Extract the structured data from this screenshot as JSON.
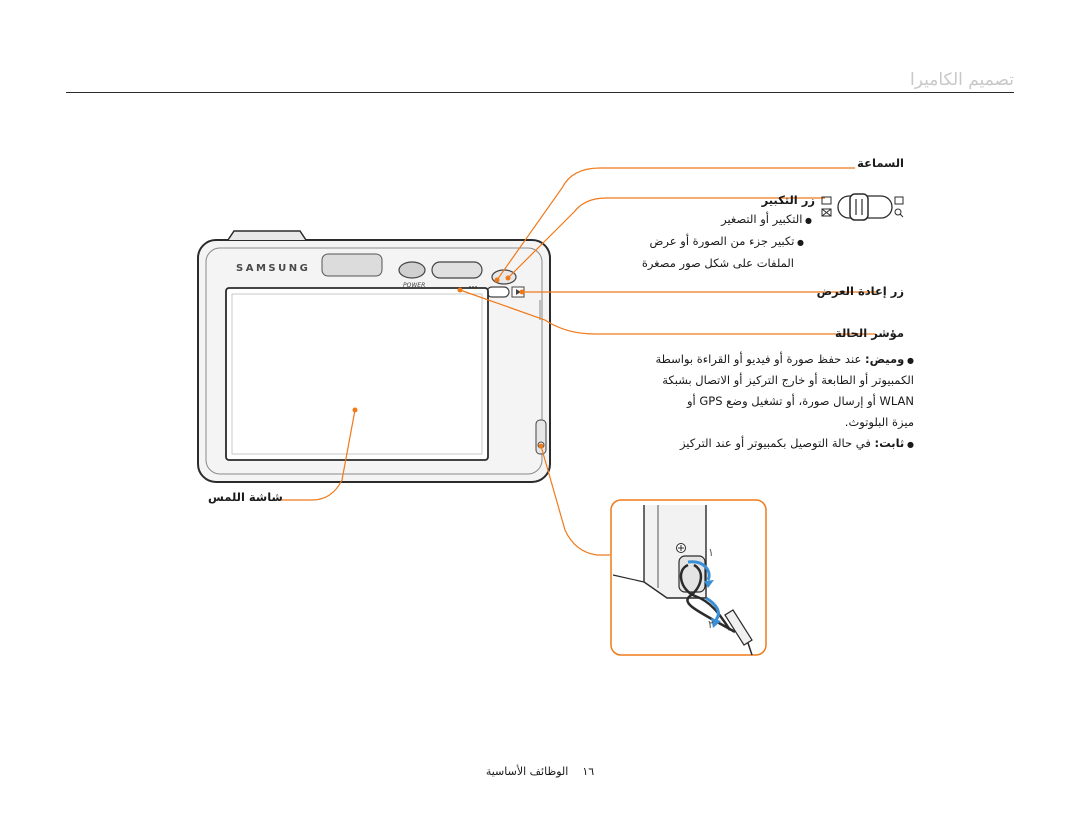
{
  "header": {
    "title": "تصميم الكاميرا"
  },
  "camera": {
    "brand": "SAMSUNG",
    "power_label": "POWER"
  },
  "callouts": {
    "speaker": "السماعة",
    "zoom_button": {
      "title": "زر التكبير",
      "items": [
        "التكبير أو التصغير",
        "تكبير جزء من الصورة أو عرض",
        "الملفات على شكل صور مصغرة"
      ]
    },
    "playback_button": "زر إعادة العرض",
    "status_lamp": {
      "title": "مؤشر الحالة",
      "flash_label": "وميض:",
      "flash_lines": [
        "عند حفظ صورة أو فيديو أو القراءة بواسطة",
        "الكمبيوتر أو الطابعة أو خارج التركيز أو الاتصال بشبكة",
        "WLAN أو إرسال صورة، أو تشغيل وضع GPS أو",
        "ميزة البلوتوث."
      ],
      "steady_label": "ثابت:",
      "steady_text": "في حالة التوصيل بكمبيوتر أو عند التركيز"
    },
    "touch_screen": "شاشة اللمس"
  },
  "strap": {
    "step1": "١",
    "step2": "٢"
  },
  "footer": {
    "section": "الوظائف الأساسية",
    "page": "١٦"
  },
  "colors": {
    "accent": "#f07a1a",
    "arrow_blue": "#3a8fd6",
    "rule": "#2b2b2b"
  }
}
